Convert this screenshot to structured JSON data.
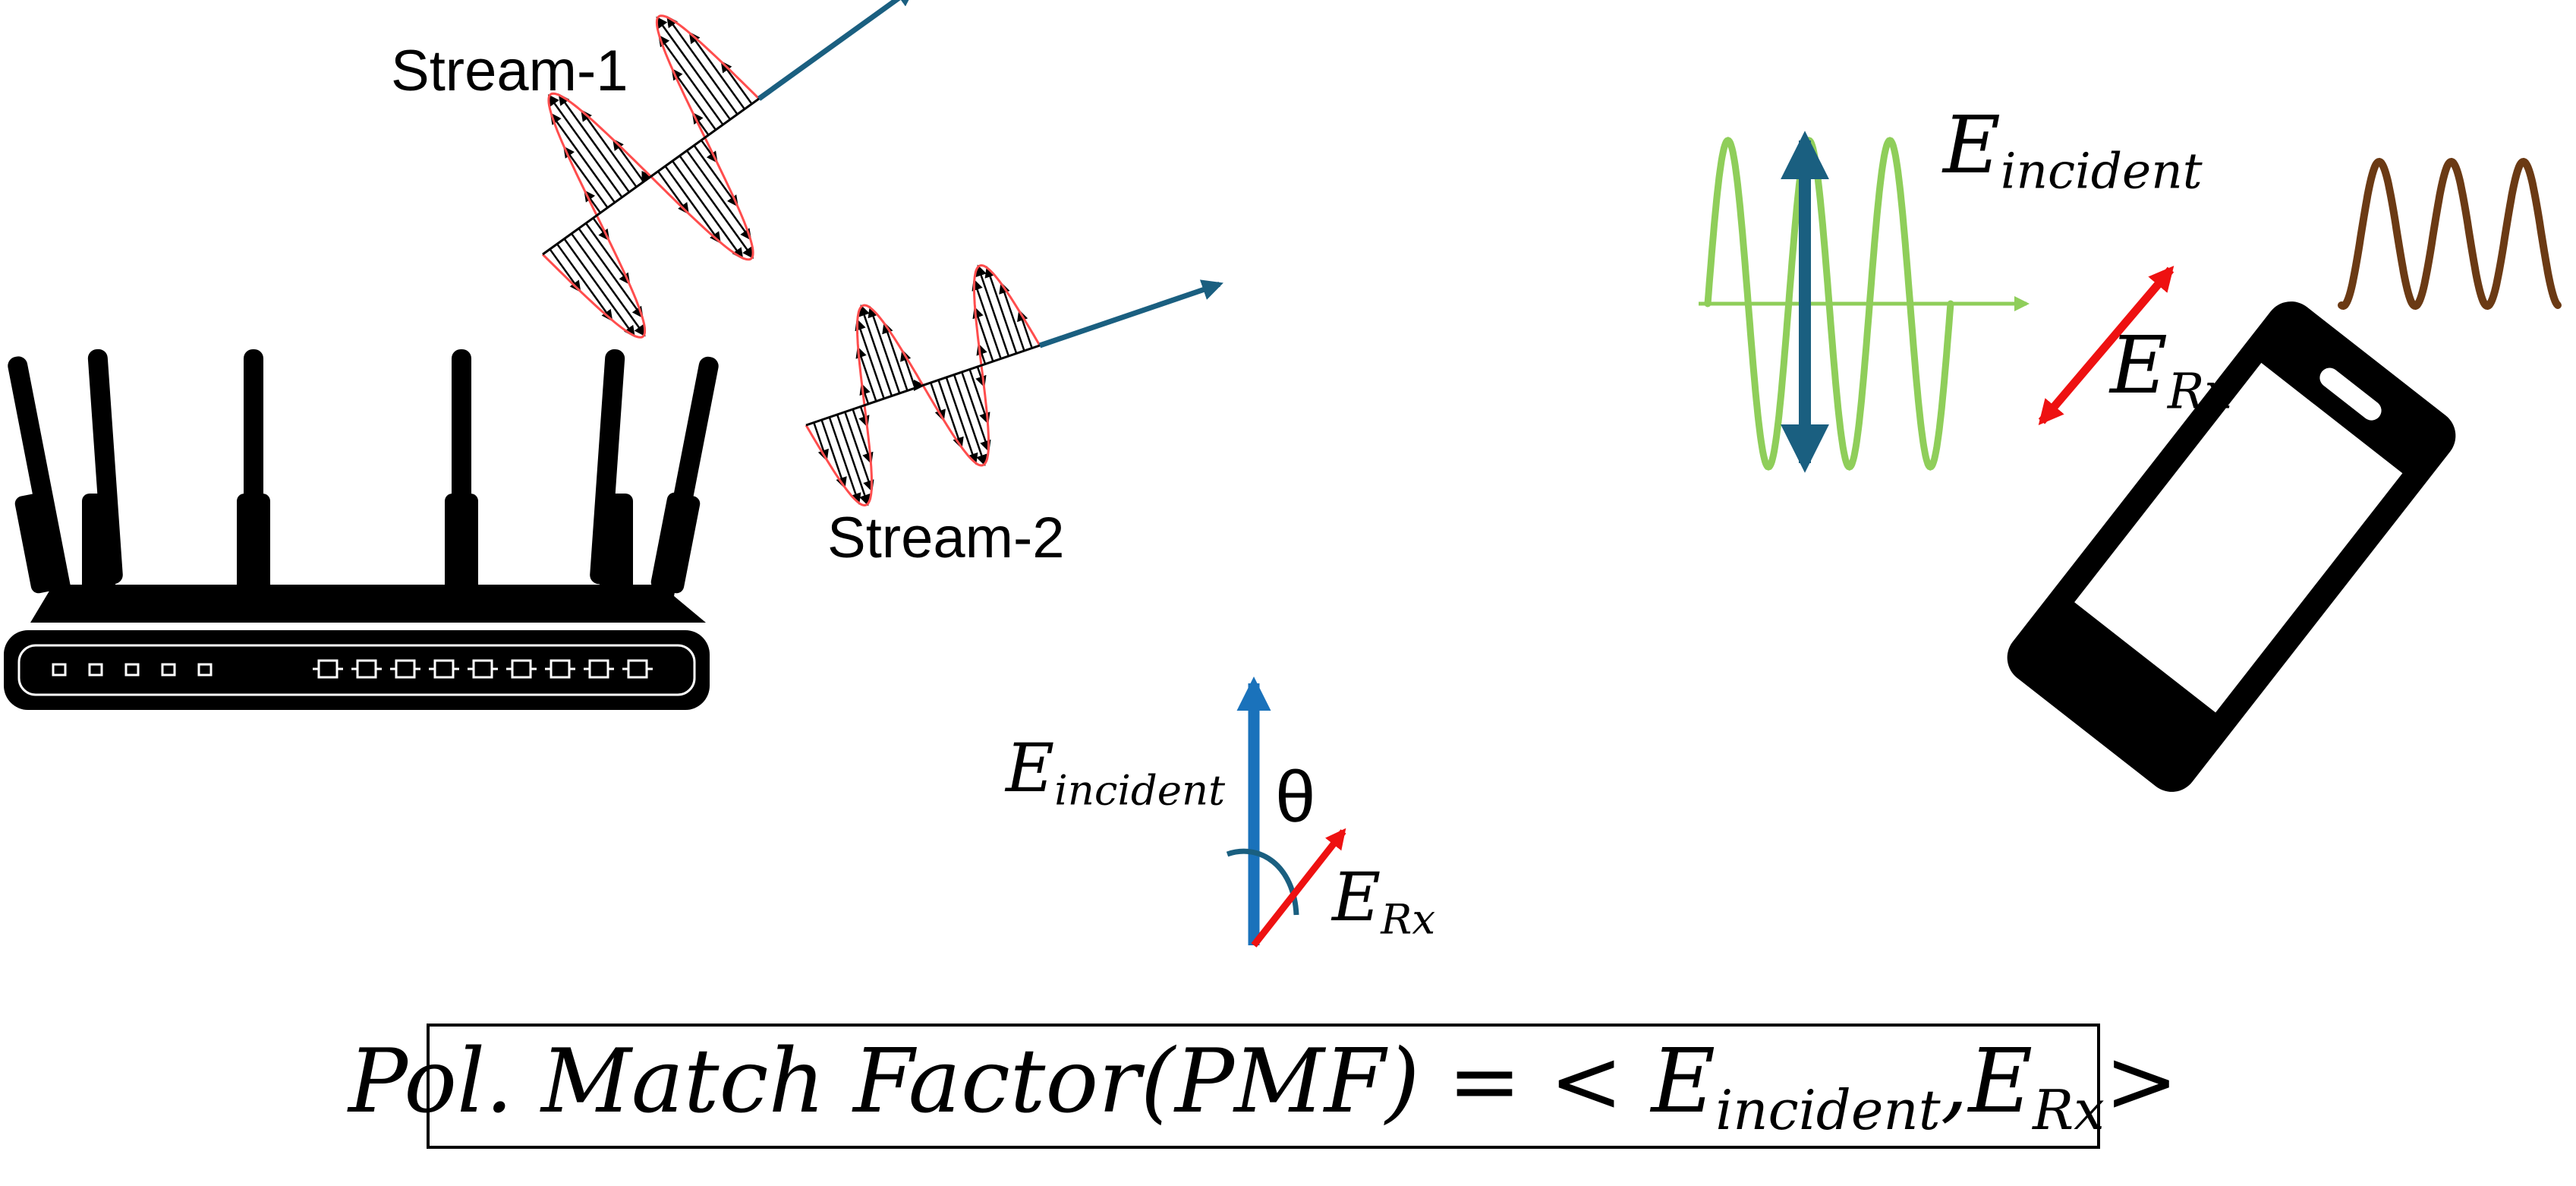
{
  "labels": {
    "stream1": "Stream-1",
    "stream2": "Stream-2",
    "e_base": "E",
    "incident_sub": "incident",
    "rx_sub": "Rx",
    "theta": "θ"
  },
  "formula": {
    "prefix": "Pol. Match Factor(PMF) = < ",
    "e1": "E",
    "e1_sub": "incident",
    "sep": ",",
    "e2": "E",
    "e2_sub": "Rx",
    "suffix": ">"
  },
  "colors": {
    "router": "#000000",
    "wave_hatch": "#000000",
    "wave_envelope": "#ff4d4d",
    "propagation_arrow": "#1a5f80",
    "incident_wave": "#8fce5a",
    "incident_arrow": "#1a5f80",
    "rx_arrow": "#ee1111",
    "phone": "#000000",
    "brown_wave": "#6b3a14",
    "vector_incident": "#1a72bb",
    "angle_arc": "#1a5f80"
  },
  "icons": [
    "router-icon",
    "smartphone-icon"
  ]
}
